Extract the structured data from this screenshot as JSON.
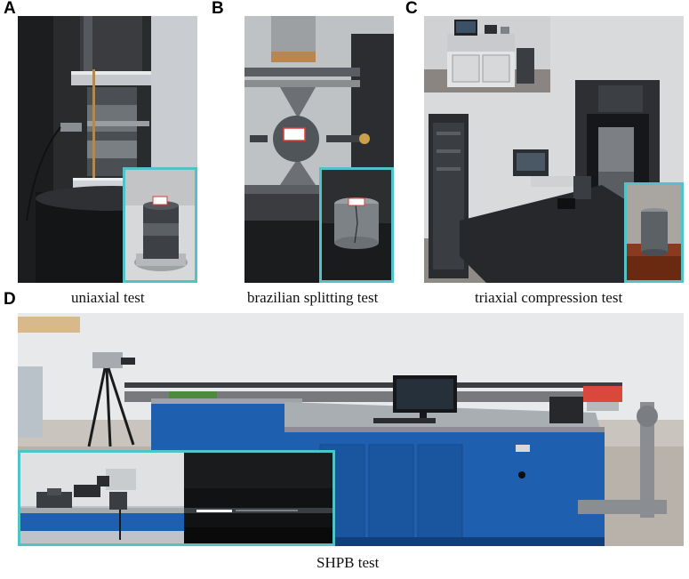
{
  "panels": {
    "a": {
      "letter": "A",
      "caption": "uniaxial test"
    },
    "b": {
      "letter": "B",
      "caption": "brazilian splitting test"
    },
    "c": {
      "letter": "C",
      "caption": "triaxial compression test"
    },
    "d": {
      "letter": "D",
      "caption": "SHPB test"
    }
  },
  "colors": {
    "inset_border": "#4fc3c8",
    "machine_blue": "#1f5fb0",
    "specimen_gray": "#5c6166",
    "label_red": "#e53935",
    "valve_red": "#d9483b"
  }
}
